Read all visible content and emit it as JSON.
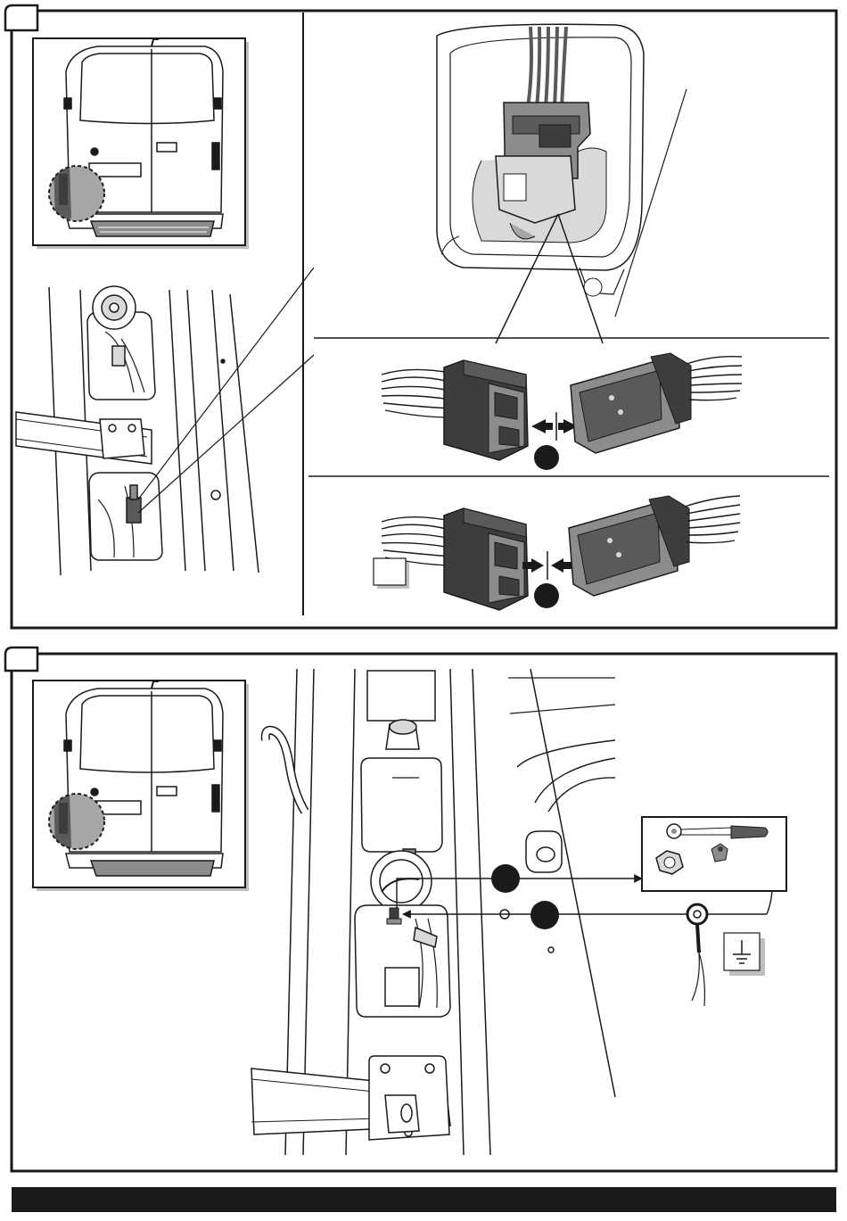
{
  "colors": {
    "ink": "#1a1a1a",
    "grey_light": "#d9d9d9",
    "grey_mid": "#a6a6a6",
    "grey_dark": "#5a5a5a",
    "connector_dark": "#3d3d3d",
    "connector_light": "#8c8c8c",
    "shadow": "#bfbfbf",
    "footer_bar": "#1a1a1a",
    "paper": "#ffffff"
  },
  "icons": {
    "step_badge": "blank-rounded-tab",
    "arrow_connect": "push-arrows-icon",
    "arrow_disconnect": "pull-arrows-icon",
    "bullet": "black-circle",
    "ground": "ground-symbol-icon",
    "tool_wrench": "ratchet-wrench-icon",
    "tool_nut": "hex-nut-icon",
    "tool_screw": "self-tapping-screw-icon",
    "tool_eyelet": "ring-terminal-icon"
  },
  "steps": [
    {
      "name": "upper-step",
      "label": ""
    },
    {
      "name": "lower-step",
      "label": ""
    }
  ],
  "callouts": {
    "connect_note_box": ""
  }
}
